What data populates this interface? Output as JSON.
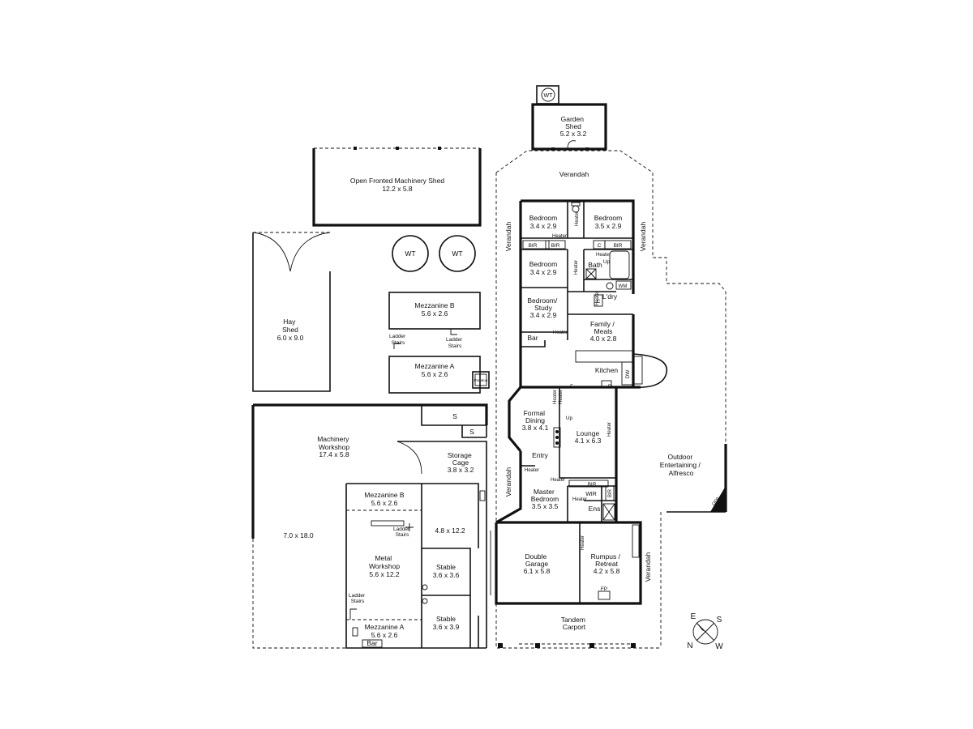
{
  "rooms": {
    "garden_shed": {
      "name": "Garden\nShed",
      "dims": "5.2 x 3.2"
    },
    "wt_small": {
      "name": "WT"
    },
    "verandah_top": {
      "name": "Verandah"
    },
    "verandah_left": {
      "name": "Verandah"
    },
    "verandah_right": {
      "name": "Verandah"
    },
    "verandah_lower_left": {
      "name": "Verandah"
    },
    "verandah_lower_right": {
      "name": "Verandah"
    },
    "machinery_shed": {
      "name": "Open Fronted Machinery Shed",
      "dims": "12.2 x 5.8"
    },
    "wt_1": {
      "name": "WT"
    },
    "wt_2": {
      "name": "WT"
    },
    "hay_shed": {
      "name": "Hay\nShed",
      "dims": "6.0 x 9.0"
    },
    "mezz_b_top": {
      "name": "Mezzanine B",
      "dims": "5.6 x 2.6"
    },
    "mezz_a_top": {
      "name": "Mezzanine A",
      "dims": "5.6 x 2.6"
    },
    "ladder_1": {
      "name": "Ladder\nStairs"
    },
    "ladder_2": {
      "name": "Ladder\nStairs"
    },
    "portaloo": {
      "name": "Portaloo"
    },
    "bedroom_1": {
      "name": "Bedroom",
      "dims": "3.4 x 2.9"
    },
    "bedroom_2": {
      "name": "Bedroom",
      "dims": "3.5 x 2.9"
    },
    "bedroom_3": {
      "name": "Bedroom",
      "dims": "3.4 x 2.9"
    },
    "bedroom_study": {
      "name": "Bedroom/\nStudy",
      "dims": "3.4 x 2.9"
    },
    "family_meals": {
      "name": "Family /\nMeals",
      "dims": "4.0 x 2.8"
    },
    "kitchen": {
      "name": "Kitchen"
    },
    "bath": {
      "name": "Bath"
    },
    "laundry": {
      "name": "L'dry"
    },
    "bar_house": {
      "name": "Bar"
    },
    "formal_dining": {
      "name": "Formal\nDining",
      "dims": "3.8 x 4.1"
    },
    "lounge": {
      "name": "Lounge",
      "dims": "4.1 x 6.3"
    },
    "entry": {
      "name": "Entry"
    },
    "master_bedroom": {
      "name": "Master\nBedroom",
      "dims": "3.5 x 3.5"
    },
    "ens": {
      "name": "Ens"
    },
    "wir": {
      "name": "WIR"
    },
    "double_garage": {
      "name": "Double\nGarage",
      "dims": "6.1 x 5.8"
    },
    "rumpus": {
      "name": "Rumpus /\nRetreat",
      "dims": "4.2 x 5.8"
    },
    "tandem_carport": {
      "name": "Tandem\nCarport"
    },
    "outdoor": {
      "name": "Outdoor\nEntertaining /\nAlfresco"
    },
    "machinery_workshop": {
      "name": "Machinery\nWorkshop",
      "dims": "17.4 x 5.8"
    },
    "storage_cage": {
      "name": "Storage\nCage",
      "dims": "3.8 x 3.2"
    },
    "area_7_18": {
      "dims": "7.0 x 18.0"
    },
    "mezz_b_bottom": {
      "name": "Mezzanine B",
      "dims": "5.6 x 2.6"
    },
    "metal_workshop": {
      "name": "Metal\nWorkshop",
      "dims": "5.6 x 12.2"
    },
    "ladder_3": {
      "name": "Ladder\nStairs"
    },
    "ladder_4": {
      "name": "Ladder\nStairs"
    },
    "mezz_a_bottom": {
      "name": "Mezzanine A",
      "dims": "5.6 x 2.6"
    },
    "bar_workshop": {
      "name": "Bar"
    },
    "area_48_122": {
      "dims": "4.8 x 12.2"
    },
    "stable_1": {
      "name": "Stable",
      "dims": "3.6 x 3.6"
    },
    "stable_2": {
      "name": "Stable",
      "dims": "3.6 x 3.9"
    },
    "s_1": {
      "name": "S"
    },
    "s_2": {
      "name": "S"
    }
  },
  "fixtures": {
    "bir_1": "BIR",
    "bir_2": "BIR",
    "bir_3": "BIR",
    "bir_4": "BIR",
    "bir_5": "BIR",
    "c_1": "C",
    "c_2": "C",
    "wm": "WM",
    "dw": "DW",
    "f": "F",
    "p": "P",
    "fp_rumpus": "FP",
    "ofp": "OFP",
    "up_1": "Up",
    "up_2": "Up",
    "heater_1": "Heater",
    "heater_2": "Heater",
    "heater_3": "Heater",
    "heater_4": "Heater",
    "heater_5": "Heater",
    "heater_6": "Heater",
    "heater_7": "Heater",
    "heater_8": "Heater",
    "heater_9": "Heater",
    "heater_10": "Heater",
    "heater_11": "Heater",
    "heater_12": "Heater",
    "heater_13": "Heater"
  },
  "compass": {
    "n": "N",
    "e": "E",
    "s": "S",
    "w": "W"
  }
}
